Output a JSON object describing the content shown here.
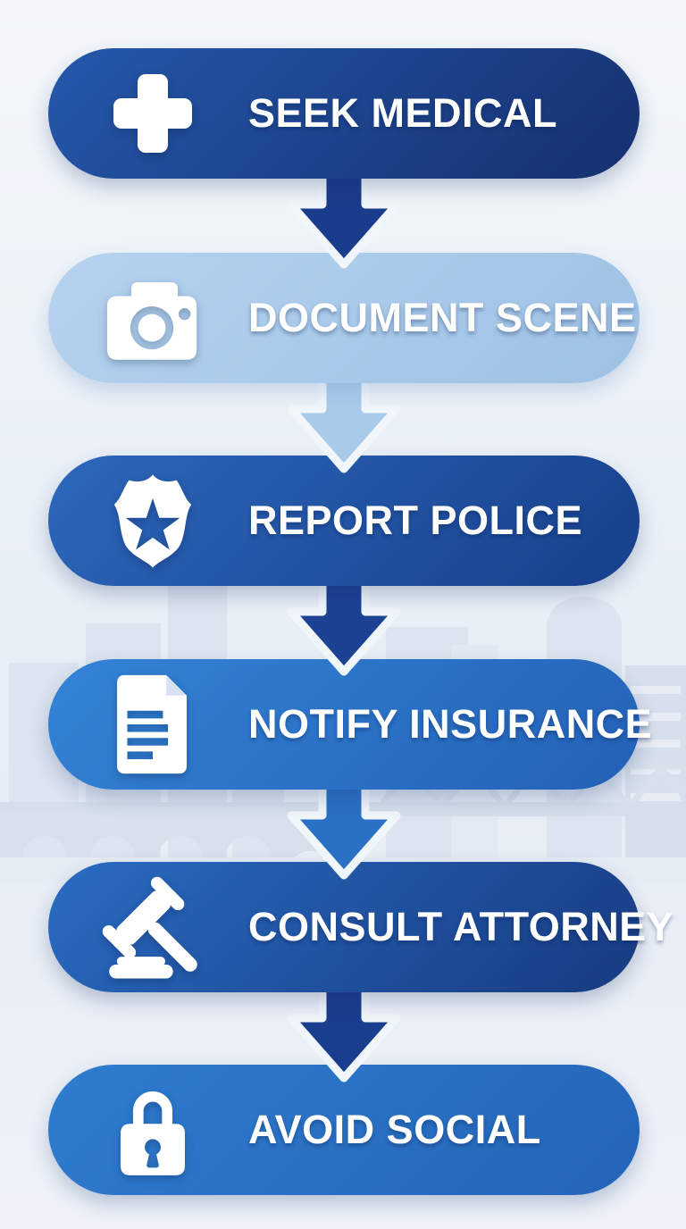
{
  "infographic": {
    "type": "vertical-flowchart",
    "background": {
      "base_color": "#eef2f8",
      "skyline_color": "#dde4ef",
      "bridge_color": "#d8e0ec"
    },
    "steps": [
      {
        "label": "SEEK MEDICAL",
        "icon": "medical-cross-icon",
        "pill_color_start": "#2558ab",
        "pill_color_end": "#15306f",
        "text_color": "#ffffff",
        "arrow_color": "#1a3c8c"
      },
      {
        "label": "DOCUMENT SCENE",
        "icon": "camera-icon",
        "pill_color_start": "#b6d3ef",
        "pill_color_end": "#9dc1e4",
        "text_color": "#ffffff",
        "arrow_color": "#a9cbea"
      },
      {
        "label": "REPORT POLICE",
        "icon": "police-badge-icon",
        "pill_color_start": "#2d68bc",
        "pill_color_end": "#173f8a",
        "text_color": "#ffffff",
        "arrow_color": "#1c4294"
      },
      {
        "label": "NOTIFY INSURANCE",
        "icon": "document-icon",
        "pill_color_start": "#3484d7",
        "pill_color_end": "#2361b6",
        "text_color": "#ffffff",
        "arrow_color": "#2a70c4"
      },
      {
        "label": "CONSULT ATTORNEY",
        "icon": "gavel-icon",
        "pill_color_start": "#2a6cc2",
        "pill_color_end": "#173a80",
        "text_color": "#ffffff",
        "arrow_color": "#1a3e8e"
      },
      {
        "label": "AVOID SOCIAL",
        "icon": "padlock-icon",
        "pill_color_start": "#2f7dd0",
        "pill_color_end": "#2464b7",
        "text_color": "#ffffff",
        "arrow_color": null
      }
    ]
  }
}
